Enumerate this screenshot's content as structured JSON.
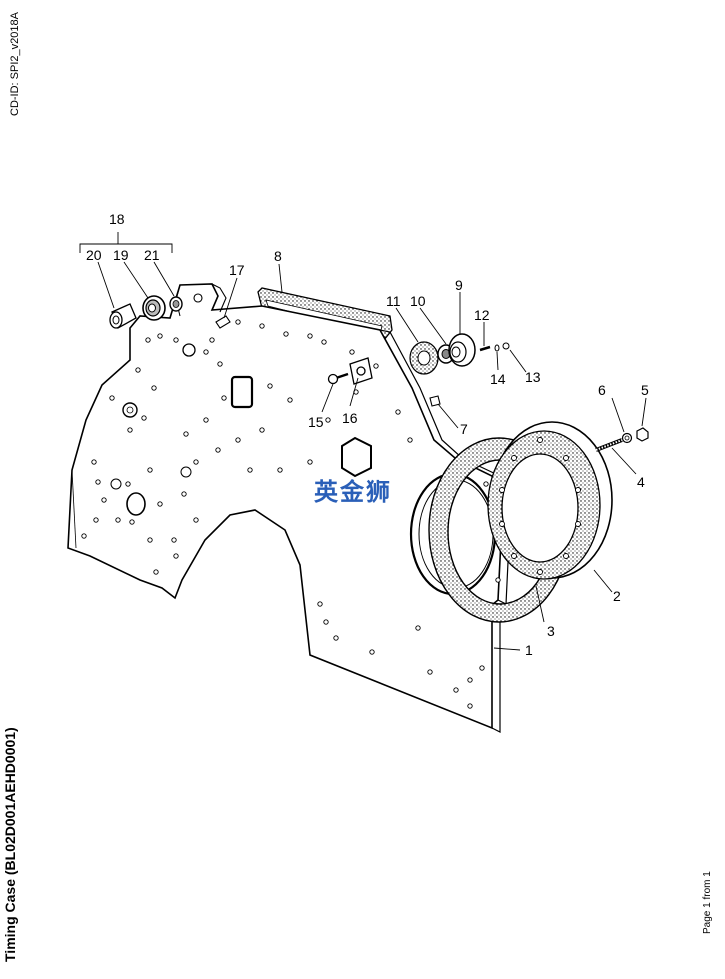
{
  "header": {
    "cd_id": "CD-ID: SPI2_v2018A"
  },
  "document": {
    "title": "Timing Case (BL02D001AEHD0001)",
    "page": "Page 1 from 1"
  },
  "watermark": {
    "text": "英金狮",
    "color": "#2a5fb8"
  },
  "callouts": {
    "c1": "1",
    "c2": "2",
    "c3": "3",
    "c4": "4",
    "c5": "5",
    "c6": "6",
    "c7": "7",
    "c8": "8",
    "c9": "9",
    "c10": "10",
    "c11": "11",
    "c12": "12",
    "c13": "13",
    "c14": "14",
    "c15": "15",
    "c16": "16",
    "c17": "17",
    "c18": "18",
    "c19": "19",
    "c20": "20",
    "c21": "21"
  }
}
